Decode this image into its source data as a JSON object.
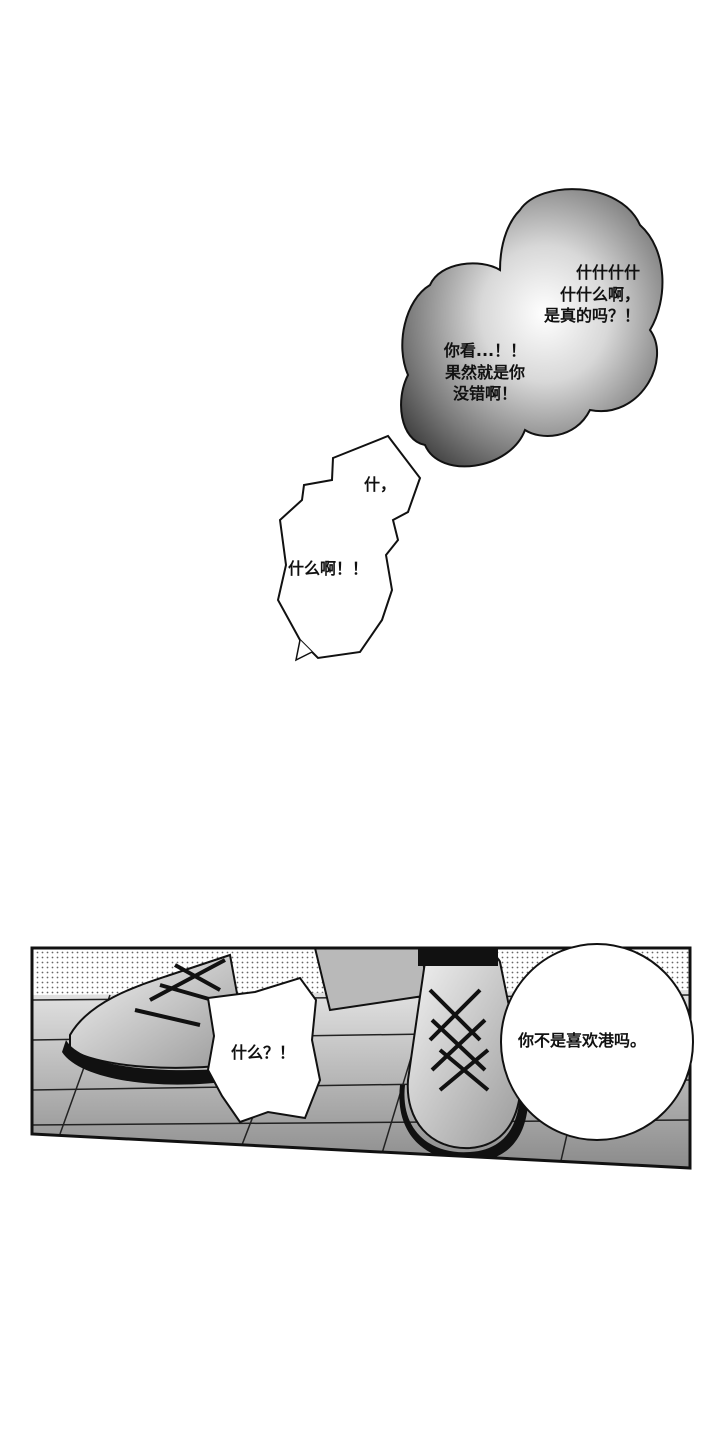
{
  "bubbles": {
    "gray_right": [
      "什什什什",
      "什什么啊，",
      "是真的吗？！"
    ],
    "gray_left": [
      "你看...！！",
      "果然就是你",
      "没错啊！"
    ],
    "jagged_top": "什，",
    "jagged_mid": "什么啊！！",
    "panel_jagged": "什么？！",
    "panel_round": "你不是喜欢港吗。"
  },
  "colors": {
    "ink": "#111111",
    "paper": "#ffffff",
    "screentone": "#8f8f8f"
  }
}
